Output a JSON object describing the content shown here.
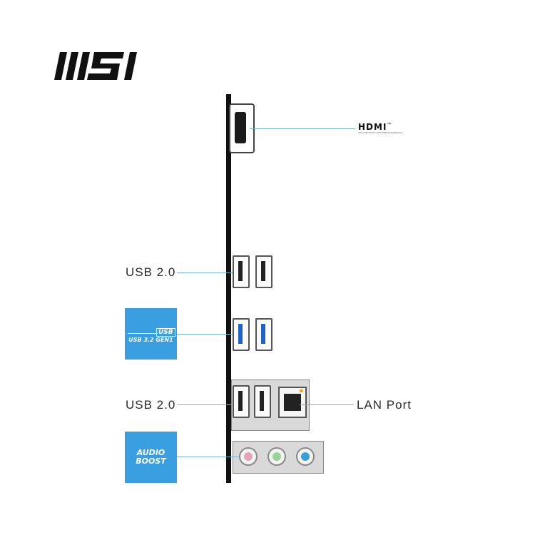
{
  "brand": {
    "logo_text": "MSI"
  },
  "hdmi": {
    "logo_text": "HDMI",
    "tm": "™",
    "tagline": "HIGH-DEFINITION MULTIMEDIA INTERFACE"
  },
  "labels": {
    "usb_top": "USB 2.0",
    "usb_bottom": "USB 2.0",
    "lan": "LAN Port"
  },
  "badges": {
    "usb32": {
      "line1": "USB",
      "line2": "USB 3.2 GEN1",
      "color": "#3a9fe0"
    },
    "audio": {
      "line1": "AUDIO",
      "line2": "BOOST",
      "color": "#3a9fe0"
    }
  },
  "colors": {
    "leader_line": "#6fb3d6",
    "usb3_blue": "#1d63c9",
    "jack_pink": "#e6a3b8",
    "jack_green": "#9ad39a",
    "jack_blue": "#3a9fd8"
  }
}
